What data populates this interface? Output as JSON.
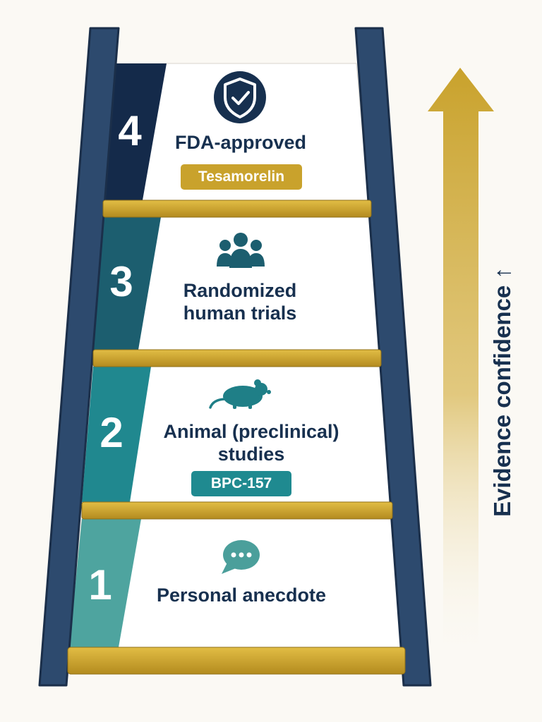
{
  "axis": {
    "label": "Evidence confidence ↑"
  },
  "steps": [
    {
      "level": "4",
      "title_line1": "FDA-approved",
      "title_line2": "",
      "example": "Tesamorelin",
      "icon": "shield-check-icon"
    },
    {
      "level": "3",
      "title_line1": "Randomized",
      "title_line2": "human trials",
      "example": "",
      "icon": "people-group-icon"
    },
    {
      "level": "2",
      "title_line1": "Animal (preclinical)",
      "title_line2": "studies",
      "example": "BPC-157",
      "icon": "mouse-icon"
    },
    {
      "level": "1",
      "title_line1": "Personal anecdote",
      "title_line2": "",
      "example": "",
      "icon": "speech-bubble-icon"
    }
  ],
  "colors": {
    "rail": "#2d4a6e",
    "rung": "#c9a22c",
    "band_4": "#142a4a",
    "band_3": "#1c5e6f",
    "band_2": "#20888f",
    "band_1": "#4ea49f",
    "arrow": "#c9a22c",
    "text": "#17304f"
  }
}
